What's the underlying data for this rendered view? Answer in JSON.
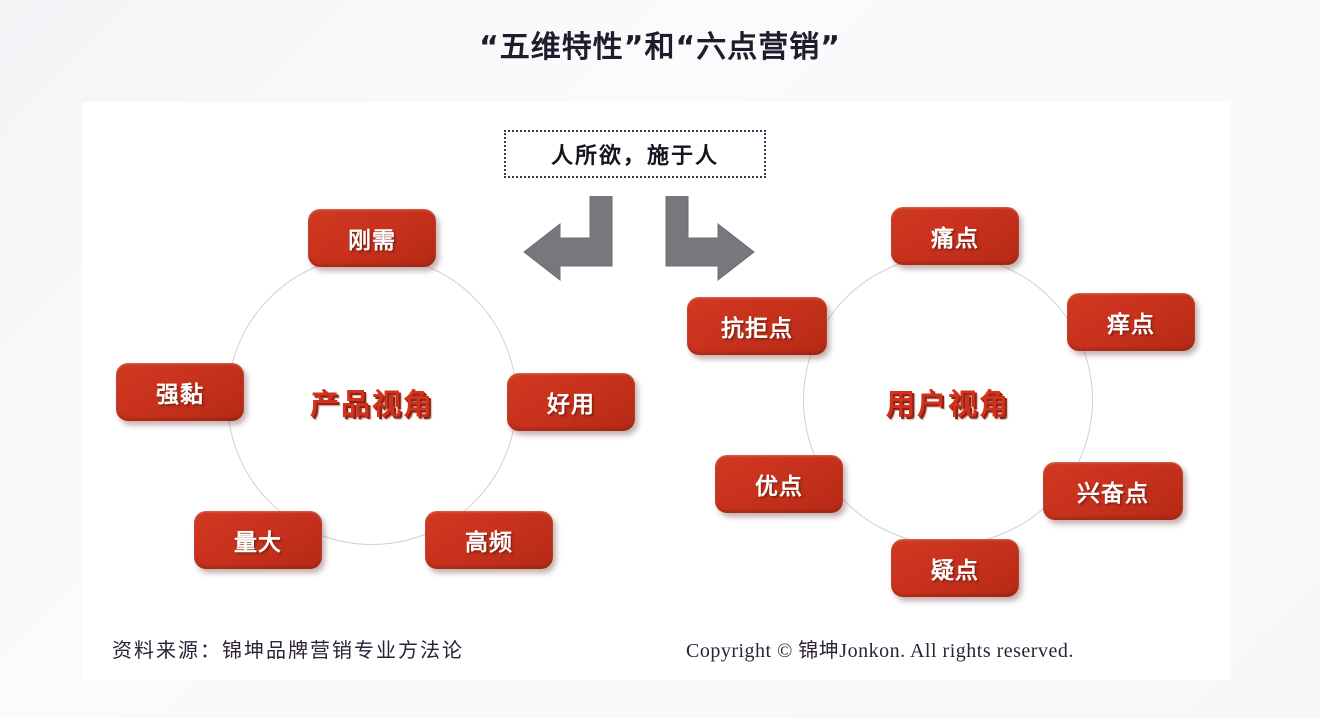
{
  "slide": {
    "title": "“五维特性”和“六点营销”",
    "background_color": "#f7f7fa",
    "card_color": "#ffffff",
    "accent_red": "#c8321d",
    "node_text_color": "#ffffff",
    "circle_outline_color": "#cfd0d8",
    "arrow_color": "#77787d"
  },
  "center_banner": {
    "text": "人所欲，施于人",
    "border_style": "dotted",
    "border_color": "#3a3a55"
  },
  "arrows": [
    {
      "name": "elbow-arrow-left",
      "direction": "down-then-left",
      "color": "#77787d"
    },
    {
      "name": "elbow-arrow-right",
      "direction": "down-then-right",
      "color": "#77787d"
    }
  ],
  "cycles": [
    {
      "id": "product",
      "center_label": "产品视角",
      "node_count": 5,
      "nodes": [
        {
          "label": "刚需",
          "angle_deg": 270,
          "chars": 2
        },
        {
          "label": "好用",
          "angle_deg": 342,
          "chars": 2
        },
        {
          "label": "高频",
          "angle_deg": 54,
          "chars": 2
        },
        {
          "label": "量大",
          "angle_deg": 126,
          "chars": 2
        },
        {
          "label": "强黏",
          "angle_deg": 198,
          "chars": 2
        }
      ]
    },
    {
      "id": "user",
      "center_label": "用户视角",
      "node_count": 6,
      "nodes": [
        {
          "label": "痛点",
          "angle_deg": 270,
          "chars": 2
        },
        {
          "label": "痒点",
          "angle_deg": 330,
          "chars": 2
        },
        {
          "label": "兴奋点",
          "angle_deg": 30,
          "chars": 3
        },
        {
          "label": "疑点",
          "angle_deg": 90,
          "chars": 2
        },
        {
          "label": "优点",
          "angle_deg": 150,
          "chars": 2
        },
        {
          "label": "抗拒点",
          "angle_deg": 210,
          "chars": 3
        }
      ]
    }
  ],
  "footer": {
    "source": "资料来源：锦坤品牌营销专业方法论",
    "copyright": "Copyright © 锦坤Jonkon. All rights reserved."
  }
}
